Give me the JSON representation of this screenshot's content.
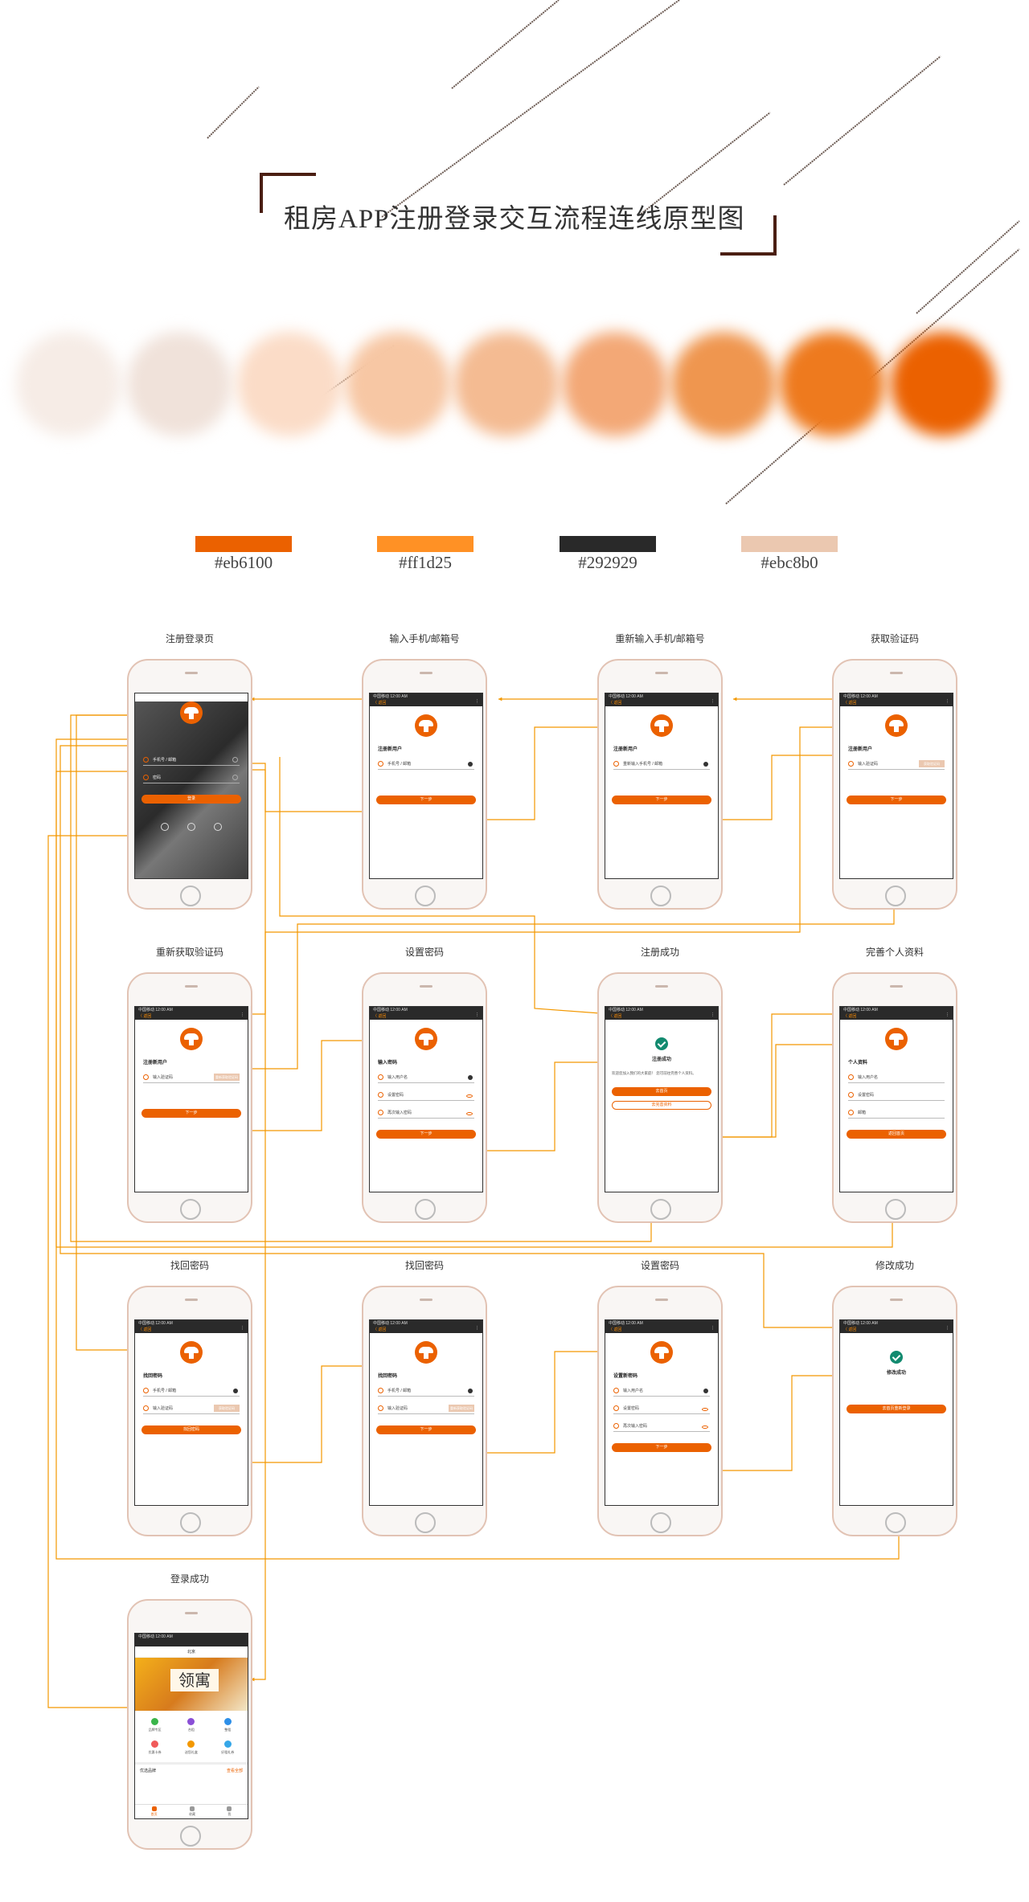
{
  "title": "租房APP注册登录交互流程连线原型图",
  "palette": [
    {
      "hex": "#eb6100",
      "label": "#eb6100"
    },
    {
      "hex": "#ff1d25",
      "label": "#ff1d25"
    },
    {
      "hex": "#292929",
      "label": "#292929"
    },
    {
      "hex": "#ebc8b0",
      "label": "#ebc8b0"
    }
  ],
  "blurs": [
    "#f6ece6",
    "#f0e2da",
    "#fbdcc7",
    "#f7c7a4",
    "#f4bb92",
    "#f3a876",
    "#ef964f",
    "#ee7a1e",
    "#eb6100"
  ],
  "colors": {
    "swatch2": "#ff9125",
    "accent": "#eb6100",
    "line": "#f39800"
  },
  "screens": {
    "s1": {
      "label": "注册登录页",
      "phone_field": "手机号 / 邮箱",
      "pwd_field": "密码",
      "login": "登录"
    },
    "s2": {
      "label": "输入手机/邮箱号",
      "heading": "注册新用户",
      "field": "手机号 / 邮箱",
      "next": "下一步"
    },
    "s3": {
      "label": "重新输入手机/邮箱号",
      "heading": "注册新用户",
      "field": "重新输入手机号 / 邮箱",
      "next": "下一步"
    },
    "s4": {
      "label": "获取验证码",
      "heading": "注册新用户",
      "field": "输入验证码",
      "code": "获取验证码",
      "next": "下一步"
    },
    "s5": {
      "label": "重新获取验证码",
      "heading": "注册新用户",
      "field": "输入验证码",
      "code": "重新获取验证码",
      "next": "下一步"
    },
    "s6": {
      "label": "设置密码",
      "heading": "输入密码",
      "f1": "输入用户名",
      "f2": "设置密码",
      "f3": "再次输入密码",
      "next": "下一步"
    },
    "s7": {
      "label": "注册成功",
      "status": "注册成功",
      "msg": "欢迎您加入我们的大家庭！ 您可前往完善个人资料。",
      "btn1": "去首页",
      "btn2": "去完善资料"
    },
    "s8": {
      "label": "完善个人资料",
      "heading": "个人资料",
      "f1": "输入用户名",
      "f2": "设置密码",
      "f3": "邮箱",
      "btn": "返回首页"
    },
    "s9": {
      "label": "找回密码",
      "heading": "找回密码",
      "f1": "手机号 / 邮箱",
      "f2": "输入验证码",
      "code": "获取验证码",
      "btn": "找回密码"
    },
    "s10": {
      "label": "找回密码",
      "heading": "找回密码",
      "f1": "手机号 / 邮箱",
      "f2": "输入验证码",
      "code": "重新获取验证码",
      "next": "下一步"
    },
    "s11": {
      "label": "设置密码",
      "heading": "设置新密码",
      "f1": "输入用户名",
      "f2": "设置密码",
      "f3": "再次输入密码",
      "next": "下一步"
    },
    "s12": {
      "label": "修改成功",
      "status": "修改成功",
      "btn": "去首页重新登录"
    },
    "s13": {
      "label": "登录成功",
      "city": "北京",
      "banner": "领寓",
      "g1": "品牌专区",
      "g2": "合租",
      "g3": "整租",
      "g4": "优惠卡券",
      "g5": "送您礼盒",
      "g6": "好租礼券",
      "sec": "优选品牌",
      "more": "查看全部",
      "t1": "首页",
      "t2": "收藏",
      "t3": "我"
    }
  },
  "bar": {
    "status": "中国移动  12:00 AM",
    "back": "〈 返回"
  }
}
